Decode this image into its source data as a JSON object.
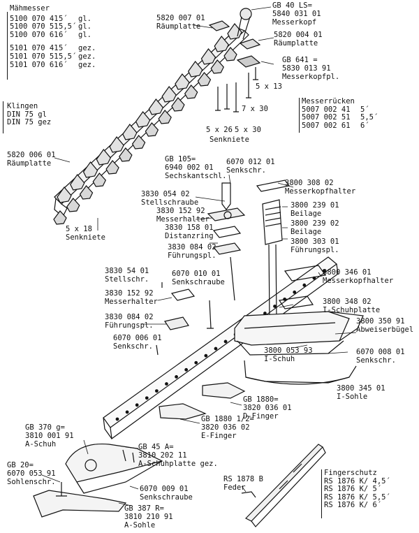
{
  "tables": {
    "maehmesser": {
      "title": "Mähmesser",
      "rows": [
        [
          "5100 070 41",
          "5´",
          "gl."
        ],
        [
          "5100 070 51",
          "5,5´",
          "gl."
        ],
        [
          "5100 070 61",
          "6´",
          "gl."
        ],
        [
          "5101 070 41",
          "5´",
          "gez."
        ],
        [
          "5101 070 51",
          "5,5´",
          "gez."
        ],
        [
          "5101 070 61",
          "6´",
          "gez."
        ]
      ]
    },
    "klingen": {
      "lines": [
        "Klingen",
        "DIN 75 gl",
        "DIN 75 gez"
      ]
    },
    "messerruecken": {
      "title": "Messerrücken",
      "rows": [
        [
          "5007 002 41",
          "5´"
        ],
        [
          "5007 002 51",
          "5,5´"
        ],
        [
          "5007 002 61",
          "6´"
        ]
      ]
    },
    "fingerschutz": {
      "title": "Fingerschutz",
      "rows": [
        "RS 1876 K/ 4,5´",
        "RS 1876 K/ 5´",
        "RS 1876 K/ 5,5´",
        "RS 1876 K/ 6´"
      ]
    }
  },
  "labels": {
    "raeumplatte_top": "5820 007 01\nRäumplatte",
    "messerkopf": "GB 40 LS=\n5840 031 01\nMesserkopf",
    "raeumplatte_right": "5820 004 01\nRäumplatte",
    "messerkopfpl": "GB 641 =\n5830 013 91\nMesserkopfpl.",
    "s5x13": "5 x 13",
    "s7x30": "7 x 30",
    "s5x26": "5 x 26",
    "s5x30": "5 x 30",
    "senkniete_top": "Senkniete",
    "raeumplatte_left": "5820 006 01\nRäumplatte",
    "sechskant": "GB 105=\n6940 002 01\nSechskantschl.",
    "senkschr_a": "6070 012 01\nSenkschr.",
    "messerkopfhalter_a": "3800 308 02\nMesserkopfhalter",
    "stellschraube_a": "3830 054 02\nStellschraube",
    "messerhalter_a": "3830 152 92\nMesserhalter",
    "distanzring": "3830 158 01\nDistanzring",
    "fuehrungspl_a": "3830 084 02\nFührungspl.",
    "beilage_a": "3800 239 01\nBeilage",
    "beilage_b": "3800 239 02\nBeilage",
    "fuehrungspl_b": "3800 303 01\nFührungspl.",
    "senkniete_bottom": "5 x 18\nSenkniete",
    "stellschr_b": "3830 54 01\nStellschr.",
    "senkschraube_a": "6070 010 01\nSenkschraube",
    "messerhalter_b": "3830 152 92\nMesserhalter",
    "messerkopfhalter_b": "3800 346 01\nMesserkopfhalter",
    "ischuhplatte": "3800 348 02\nI-Schuhplatte",
    "fuehrungspl_c": "3830 084 02\nFührungspl.",
    "abweiserbuegel": "3800 350 91\nAbweiserbügel",
    "senkschr_b": "6070 006 01\nSenkschr.",
    "ischuh": "3800 053 93\nI-Schuh",
    "senkschr_c": "6070 008 01\nSenkschr.",
    "isohle": "3800 345 01\nI-Sohle",
    "dfinger": "GB 1880=\n3820 036 01\nD-Finger",
    "efinger": "GB 1880 1/2=\n3820 036 02\nE-Finger",
    "aschuh": "GB 370 g=\n3810 001 91\nA-Schuh",
    "aschuhplatte": "GB 45 A=\n3810 202 11\nA-Schuhplatte gez.",
    "sohlenschr": "GB 20=\n6070 053 91\nSohlenschr.",
    "senkschraube_b": "6070 009 01\nSenkschraube",
    "asohle": "GB 387 R=\n3810 210 91\nA-Sohle",
    "feder": "RS 1878 B\nFeder"
  }
}
